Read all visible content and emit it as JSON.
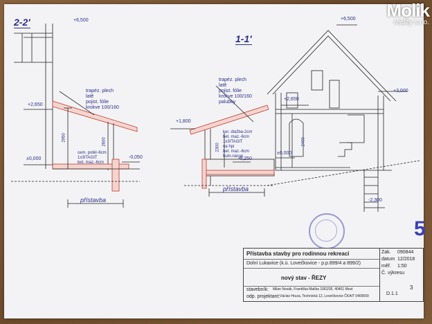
{
  "logo": {
    "brand": "Molik",
    "sub": "reality s.r.o."
  },
  "section_left": {
    "title": "2-2'",
    "level_top": "+6,500",
    "level_mid": "+2,650",
    "level_floor": "±0,000",
    "level_ext": "-0,050",
    "roof_layers": [
      "trapéz. plech",
      "latě",
      "pojist. fólie",
      "krokve 100/160"
    ],
    "floor_layers": [
      "cem. potěr-6cm",
      "1x3ITAGIT",
      "bet. maz.-6cm"
    ],
    "dim_height": "2950",
    "dim_wall": "2600",
    "annex_label": "přístavba"
  },
  "section_right": {
    "title": "1-1'",
    "level_top": "+6,500",
    "level_eave": "+3,000",
    "level_mid": "+2,650",
    "level_annex_roof": "+1,800",
    "level_floor": "±0,000",
    "level_step": "-0,250",
    "level_base": "-2,300",
    "roof_layers": [
      "trapéz. plech",
      "latě",
      "pojist. fólie",
      "krokve 100/160",
      "palubky"
    ],
    "floor_layers": [
      "ker. dlažba-2cm",
      "bet. maz.-6cm",
      "1x3ITAGIT",
      "na hpi",
      "bet. maz.-6cm",
      "hutn.násyp"
    ],
    "dim_height": "2300",
    "dim_wall": "2400",
    "annex_label": "přístavba"
  },
  "title_block": {
    "project": "Přístavba stavby pro rodinnou rekreaci",
    "location": "Dolní Lukavice (k.ú. Lovečkovice - p.p.899/4 a 899/2)",
    "sheet_title": "nový stav - ŘEZY",
    "builder_label": "stavebník:",
    "builder_value": "Milan Novák, Františka Malíka 1062/35, 40401 Most",
    "designer_label": "odp. projektant:",
    "designer_value": "Václav Hruza, Technická 12, Lovečkovice ČKAIT 0400000",
    "meta": [
      {
        "label": "Zak.",
        "value": "090844"
      },
      {
        "label": "datum",
        "value": "12/2018"
      },
      {
        "label": "měř.",
        "value": "1:50"
      },
      {
        "label": "Č. výkresu",
        "value": ""
      }
    ],
    "drawing_no": "3",
    "drawing_code": "D.1.1"
  },
  "page_number": "5"
}
